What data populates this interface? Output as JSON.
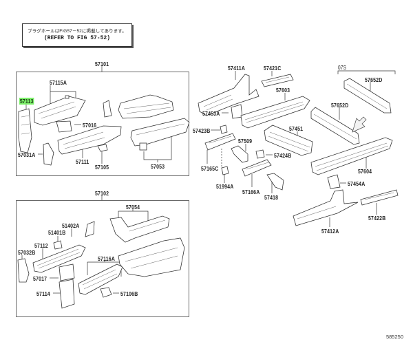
{
  "note": {
    "japanese": "プラグホールはFIG57－52に掲載してあります。",
    "english": "(REFER TO FIG 57-52)"
  },
  "highlight_color": "#7cf06a",
  "groups": {
    "upper_left": {
      "assembly": "57101"
    },
    "lower_left": {
      "assembly": "57102"
    },
    "right_bracket": {
      "label": "07S"
    }
  },
  "labels": {
    "p57101": "57101",
    "p57115A": "57115A",
    "p57113": "57113",
    "p57016": "57016",
    "p57031A": "57031A",
    "p57111": "57111",
    "p57105": "57105",
    "p57053": "57053",
    "p57102": "57102",
    "p57054": "57054",
    "p51402A": "51402A",
    "p51401B": "51401B",
    "p57112": "57112",
    "p57032B": "57032B",
    "p57017": "57017",
    "p57114": "57114",
    "p57116A": "57116A",
    "p57106B": "57106B",
    "p57411A": "57411A",
    "p57421C": "57421C",
    "p57603": "57603",
    "p57453A": "57453A",
    "p57423B": "57423B",
    "p57451": "57451",
    "p57509": "57509",
    "p57424B": "57424B",
    "p57165C": "57165C",
    "p51994A": "51994A",
    "p57166A": "57166A",
    "p57418": "57418",
    "p07S": "07S",
    "p57652D_top": "57652D",
    "p57652D_mid": "57652D",
    "p57604": "57604",
    "p57454A": "57454A",
    "p57422B": "57422B",
    "p57412A": "57412A"
  },
  "selected_part": "57113",
  "figure_id": "585250"
}
